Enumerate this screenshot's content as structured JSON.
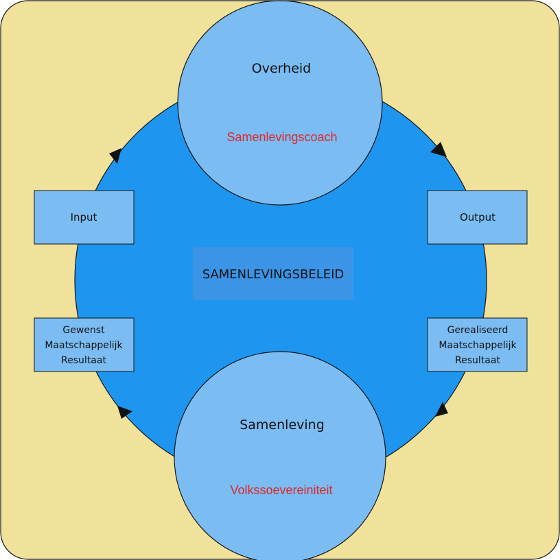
{
  "colors": {
    "background": "#f0e29a",
    "main_circle": "#1e96f0",
    "node_fill": "#7bbdf3",
    "center_fill": "#3b94e6",
    "highlight_text": "#e0262a",
    "stroke": "#111111"
  },
  "center": {
    "label": "SAMENLEVINGSBELEID"
  },
  "top_node": {
    "title": "Overheid",
    "subtitle": "Samenlevingscoach"
  },
  "bottom_node": {
    "title": "Samenleving",
    "subtitle": "Volkssoevereiniteit"
  },
  "boxes": {
    "input": {
      "lines": [
        "Input"
      ]
    },
    "output": {
      "lines": [
        "Output"
      ]
    },
    "desired": {
      "lines": [
        "Gewenst",
        "Maatschappelijk",
        "Resultaat"
      ]
    },
    "realized": {
      "lines": [
        "Gerealiseerd",
        "Maatschappelijk",
        "Resultaat"
      ]
    }
  }
}
